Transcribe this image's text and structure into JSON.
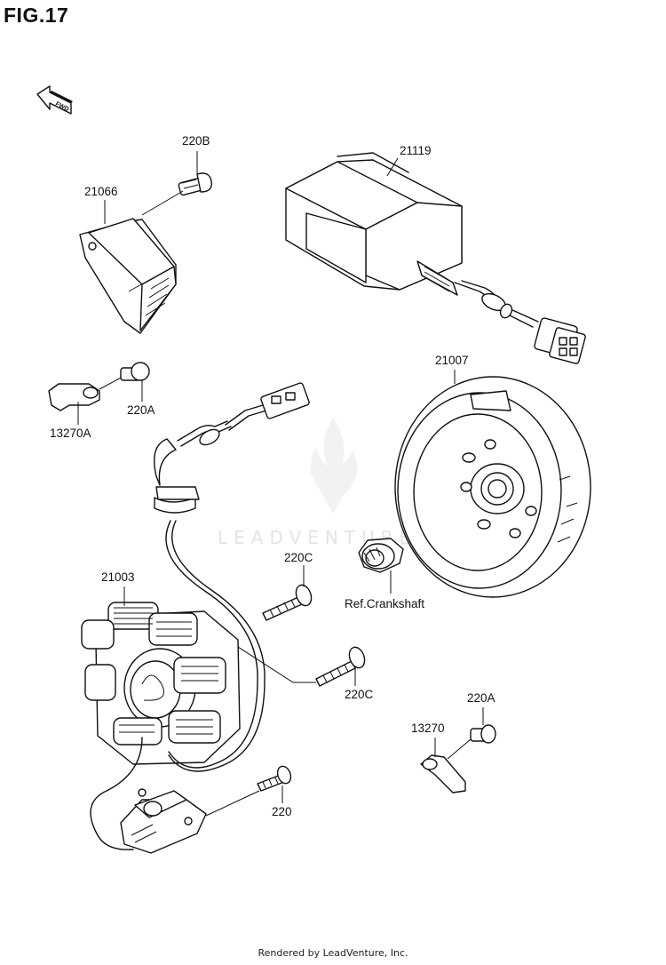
{
  "figure": {
    "title": "FIG.17"
  },
  "direction_arrow": {
    "text": "FWD"
  },
  "watermark": {
    "text": "LEADVENTURE"
  },
  "parts": {
    "p21066": "21066",
    "p220B": "220B",
    "p21119": "21119",
    "p13270A": "13270A",
    "p220A_top": "220A",
    "p21007": "21007",
    "p220C_upper": "220C",
    "p21003": "21003",
    "ref_crankshaft": "Ref.Crankshaft",
    "p220C_lower": "220C",
    "p220A_bottom": "220A",
    "p13270": "13270",
    "p220": "220"
  },
  "footer": {
    "text": "Rendered by LeadVenture, Inc."
  }
}
